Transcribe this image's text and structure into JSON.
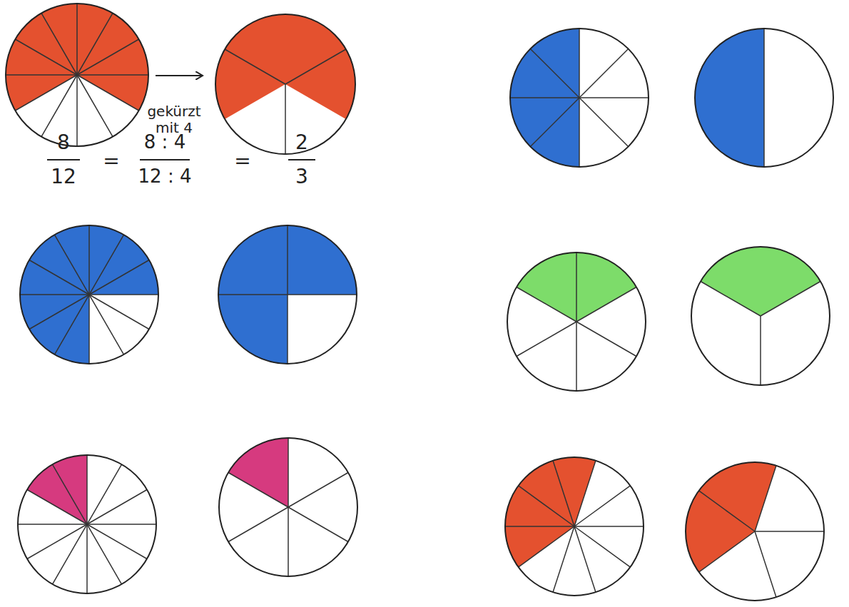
{
  "diagram": {
    "labels": [
      "gekürzt mit 4",
      "8",
      "12",
      "=",
      "8 : 4",
      "12 : 4",
      "=",
      "2",
      "3"
    ]
  }
}
